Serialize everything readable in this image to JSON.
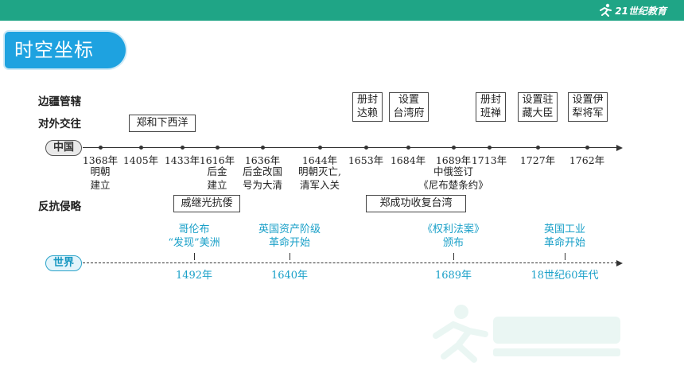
{
  "brand": {
    "logo": "21世纪教育"
  },
  "title": "时空坐标",
  "row_labels": {
    "border": "边疆管辖",
    "foreign": "对外交往",
    "resist": "反抗侵略"
  },
  "china_label": "中国",
  "world_label": "世界",
  "top_boxes": [
    {
      "text": "册封\n达赖"
    },
    {
      "text": "设置\n台湾府"
    },
    {
      "text": "册封\n班禅"
    },
    {
      "text": "设置驻\n藏大臣"
    },
    {
      "text": "设置伊\n犁将军"
    }
  ],
  "foreign_box": "郑和下西洋",
  "resist_boxes": [
    "戚继光抗倭",
    "郑成功收复台湾"
  ],
  "china_events": [
    {
      "year": "1368年",
      "note": "明朝\n建立"
    },
    {
      "year": "1405年",
      "note": ""
    },
    {
      "year": "1433年",
      "note": ""
    },
    {
      "year": "1616年",
      "note": "后金\n建立"
    },
    {
      "year": "1636年",
      "note": "后金改国\n号为大清"
    },
    {
      "year": "1644年",
      "note": "明朝灭亡,\n清军入关"
    },
    {
      "year": "1653年",
      "note": ""
    },
    {
      "year": "1684年",
      "note": ""
    },
    {
      "year": "1689年",
      "note": "中俄签订\n《尼布楚条约》"
    },
    {
      "year": "1713年",
      "note": ""
    },
    {
      "year": "1727年",
      "note": ""
    },
    {
      "year": "1762年",
      "note": ""
    }
  ],
  "world_events": [
    {
      "year": "1492年",
      "text": "哥伦布\n“发现”美洲"
    },
    {
      "year": "1640年",
      "text": "英国资产阶级\n革命开始"
    },
    {
      "year": "1689年",
      "text": "《权利法案》\n颁布"
    },
    {
      "year": "18世纪60年代",
      "text": "英国工业\n革命开始"
    }
  ],
  "colors": {
    "topbar": "#1fa586",
    "title_bg": "#1ea2e0",
    "world": "#1aa0c8"
  }
}
